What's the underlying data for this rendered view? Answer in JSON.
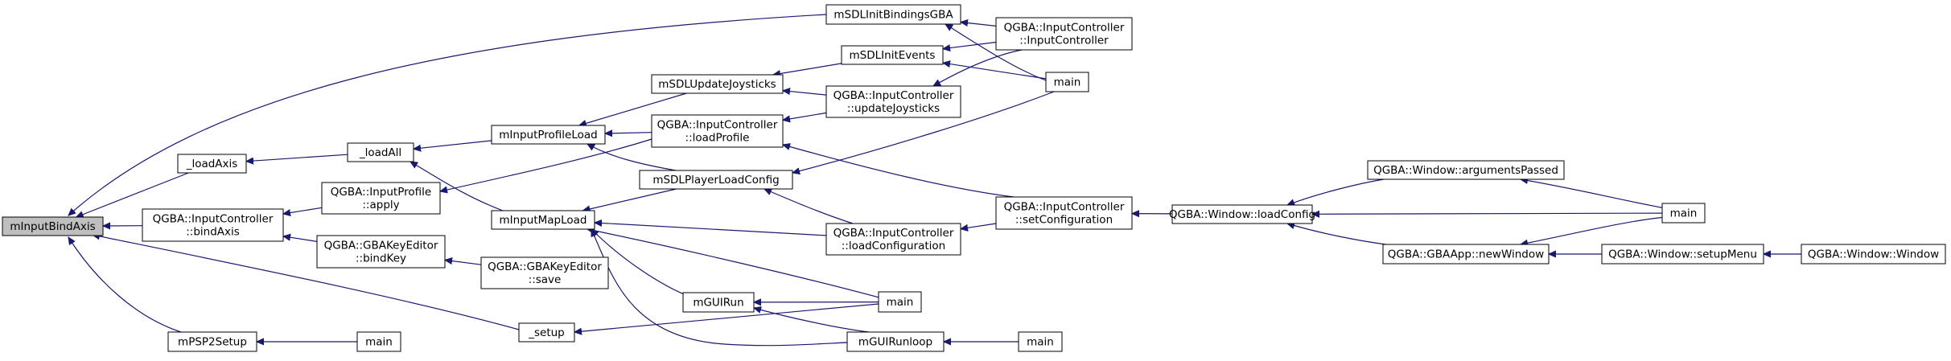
{
  "diagram": {
    "nodes": [
      {
        "id": "root",
        "lines": [
          "mInputBindAxis"
        ]
      },
      {
        "id": "sdlbind",
        "lines": [
          "mSDLInitBindingsGBA"
        ]
      },
      {
        "id": "ic_ctor",
        "lines": [
          "QGBA::InputController",
          "::InputController"
        ]
      },
      {
        "id": "sdlevents",
        "lines": [
          "mSDLInitEvents"
        ]
      },
      {
        "id": "main1",
        "lines": [
          "main"
        ]
      },
      {
        "id": "sdlupd",
        "lines": [
          "mSDLUpdateJoysticks"
        ]
      },
      {
        "id": "ic_upd",
        "lines": [
          "QGBA::InputController",
          "::updateJoysticks"
        ]
      },
      {
        "id": "profload",
        "lines": [
          "mInputProfileLoad"
        ]
      },
      {
        "id": "ic_loadprof",
        "lines": [
          "QGBA::InputController",
          "::loadProfile"
        ]
      },
      {
        "id": "loadaxis",
        "lines": [
          "_loadAxis"
        ]
      },
      {
        "id": "loadall",
        "lines": [
          "_loadAll"
        ]
      },
      {
        "id": "sdlplayer",
        "lines": [
          "mSDLPlayerLoadConfig"
        ]
      },
      {
        "id": "ic_bind",
        "lines": [
          "QGBA::InputController",
          "::bindAxis"
        ]
      },
      {
        "id": "ip_apply",
        "lines": [
          "QGBA::InputProfile",
          "::apply"
        ]
      },
      {
        "id": "mapload",
        "lines": [
          "mInputMapLoad"
        ]
      },
      {
        "id": "ic_setcfg",
        "lines": [
          "QGBA::InputController",
          "::setConfiguration"
        ]
      },
      {
        "id": "ic_loadcfg",
        "lines": [
          "QGBA::InputController",
          "::loadConfiguration"
        ]
      },
      {
        "id": "w_loadcfg",
        "lines": [
          "QGBA::Window::loadConfig"
        ]
      },
      {
        "id": "w_args",
        "lines": [
          "QGBA::Window::argumentsPassed"
        ]
      },
      {
        "id": "main_r",
        "lines": [
          "main"
        ]
      },
      {
        "id": "app_nw",
        "lines": [
          "QGBA::GBAApp::newWindow"
        ]
      },
      {
        "id": "w_setup",
        "lines": [
          "QGBA::Window::setupMenu"
        ]
      },
      {
        "id": "w_window",
        "lines": [
          "QGBA::Window::Window"
        ]
      },
      {
        "id": "ke_bind",
        "lines": [
          "QGBA::GBAKeyEditor",
          "::bindKey"
        ]
      },
      {
        "id": "ke_save",
        "lines": [
          "QGBA::GBAKeyEditor",
          "::save"
        ]
      },
      {
        "id": "guirun",
        "lines": [
          "mGUIRun"
        ]
      },
      {
        "id": "main2",
        "lines": [
          "main"
        ]
      },
      {
        "id": "setup",
        "lines": [
          "_setup"
        ]
      },
      {
        "id": "guirunloop",
        "lines": [
          "mGUIRunloop"
        ]
      },
      {
        "id": "main3",
        "lines": [
          "main"
        ]
      },
      {
        "id": "psp2",
        "lines": [
          "mPSP2Setup"
        ]
      },
      {
        "id": "main4",
        "lines": [
          "main"
        ]
      }
    ]
  }
}
